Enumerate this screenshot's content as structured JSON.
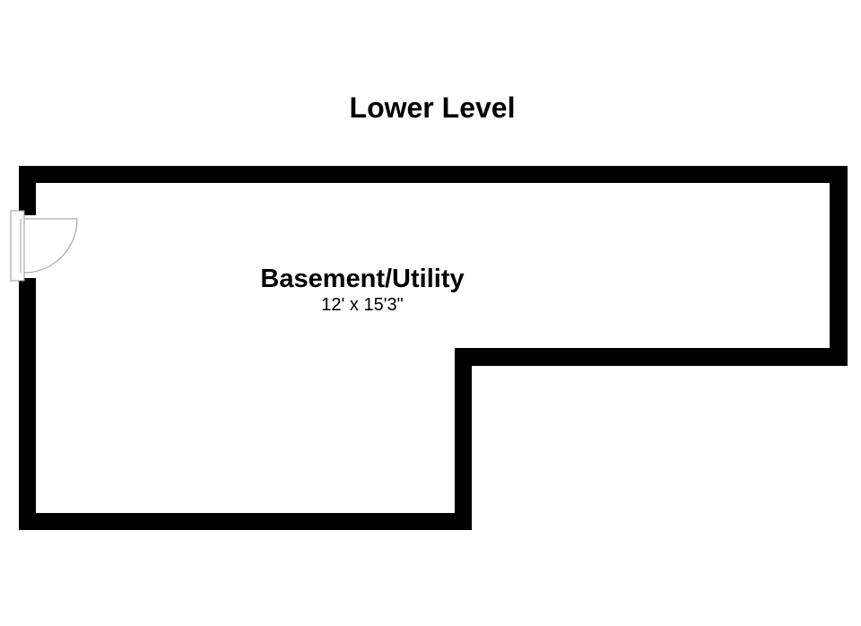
{
  "floor": {
    "title": "Lower Level"
  },
  "rooms": [
    {
      "name": "Basement/Utility",
      "dimensions": "12' x 15'3\""
    }
  ],
  "colors": {
    "wall": "#000000",
    "background": "#ffffff",
    "door": "#9a9a9a"
  }
}
